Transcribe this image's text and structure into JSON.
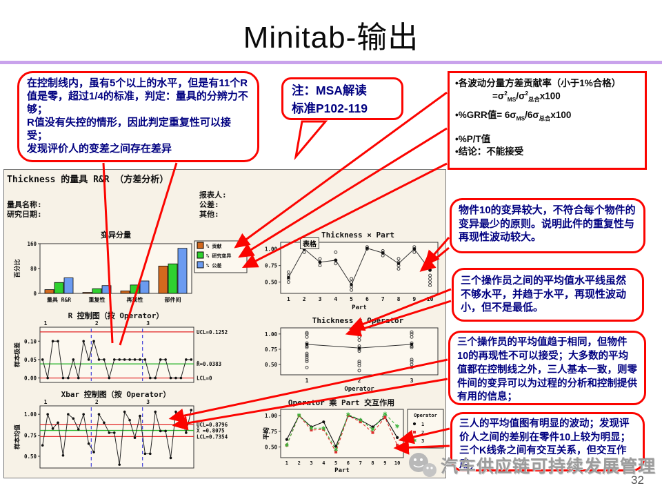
{
  "slide": {
    "title": "Minitab-输出",
    "page_number": "32",
    "watermark": "汽车供应链可持续发展管理"
  },
  "callouts": {
    "top_left": "在控制线内，虽有5个以上的水平，但是有11个R值是零，超过1/4的标准，判定：量具的分辨力不够；\nR值没有失控的情形，因此判定重复性可以接受；\n发现评价人的变差之间存在差异",
    "note": "注：MSA解读\n标准P102-119",
    "formulas": {
      "line1": [
        {
          "t": "•各波动分量方差贡献率（小于1%合格）"
        }
      ],
      "line2": [
        {
          "t": "=σ"
        },
        {
          "t": "2",
          "s": "sup"
        },
        {
          "t": "MS",
          "s": "sub"
        },
        {
          "t": "/σ"
        },
        {
          "t": "2",
          "s": "sup"
        },
        {
          "t": "总合",
          "s": "sub"
        },
        {
          "t": "x100"
        }
      ],
      "line3": [
        {
          "t": "•%GRR值= 6σ"
        },
        {
          "t": "MS",
          "s": "sub"
        },
        {
          "t": "/6σ"
        },
        {
          "t": "总合",
          "s": "sub"
        },
        {
          "t": "x100"
        }
      ],
      "line4": [
        {
          "t": "•%P/T值"
        }
      ],
      "line5": [
        {
          "t": "•结论：不能接受"
        }
      ]
    },
    "right1": "物件10的变异较大，不符合每个物件的变异最少的原则。说明此件的重复性与再现性波动较大。",
    "right2": "三个操作员之间的平均值水平线虽然不够水平，并趋于水平，再现性波动小，但不是最低。",
    "right3": "三个操作员的平均值趋于相同，但物件10的再现性不可以接受；大多数的平均值都在控制线之外，三人基本一致，则零件间的变异可以为过程的分析和控制提供有用的信息；",
    "right4": "三人的平均值图有明显的波动；发现评价人之间的差别在零件10上较为明显；三个K线条之间有交互关系，但交互作用；"
  },
  "minitab": {
    "header": "Thickness 的量具 R&R （方差分析）",
    "gage_label": "量具名称:",
    "date_label": "研究日期:",
    "reporter_label": "报表人:",
    "tol_label": "公差:",
    "other_label": "其他:",
    "tooltip": "表格"
  },
  "chart_data": [
    {
      "id": "compvar",
      "type": "bar",
      "title": "变异分量",
      "ylabel": "百分比",
      "categories": [
        "量具 R&R",
        "重复性",
        "再现性",
        "部件间"
      ],
      "series": [
        {
          "name": "% 贡献",
          "color": "#d2691e",
          "values": [
            12,
            3,
            8,
            88
          ]
        },
        {
          "name": "% 研究变异",
          "color": "#2fd12f",
          "values": [
            35,
            15,
            27,
            95
          ]
        },
        {
          "name": "% 公差",
          "color": "#6b9bf0",
          "values": [
            50,
            25,
            40,
            145
          ]
        }
      ],
      "ylim": [
        0,
        160
      ],
      "yticks": [
        "0",
        "80",
        "160"
      ],
      "legend_position": "right"
    },
    {
      "id": "rchart",
      "type": "control",
      "title": "R 控制图（按 Operator）",
      "ylabel": "样本极差",
      "ylim": [
        -0.012,
        0.138
      ],
      "yticks": [
        "0.00",
        "0.05",
        "0.10"
      ],
      "points": [
        0.05,
        0,
        0.1,
        0.1,
        0,
        0,
        0.05,
        0,
        0.1,
        0.05,
        0.1,
        0.05,
        0.05,
        0,
        0.05,
        0.05,
        0.05,
        0.05,
        0.05,
        0.05,
        0.05,
        0,
        0,
        0.05,
        0.05,
        0,
        0,
        0,
        0.05,
        0.05
      ],
      "limits": {
        "ucl": 0.1252,
        "center": 0.0383,
        "lcl": 0
      },
      "limit_labels": [
        "UCL=0.1252",
        "R̄=0.0383",
        "LCL=0"
      ],
      "operator_labels": [
        "1",
        "2",
        "3"
      ]
    },
    {
      "id": "xbarchart",
      "type": "control",
      "title": "Xbar 控制图（按 Operator）",
      "ylabel": "样本均值",
      "ylim": [
        0.36,
        1.1
      ],
      "yticks": [
        "0.50",
        "0.75",
        "1.00"
      ],
      "points": [
        0.63,
        1,
        0.83,
        0.9,
        0.51,
        1,
        0.95,
        0.82,
        1,
        0.65,
        0.55,
        1,
        0.9,
        0.78,
        0.78,
        0.4,
        1.03,
        0.93,
        0.72,
        0.98,
        0.53,
        0.53,
        1.03,
        0.8,
        0.8,
        0.48,
        1.03,
        0.95,
        0.78,
        1.05
      ],
      "limits": {
        "ucl": 0.8796,
        "center": 0.8075,
        "lcl": 0.7354
      },
      "limit_labels": [
        "UCL=0.8796",
        "X̄ =0.8075",
        "LCL=0.7354"
      ],
      "operator_labels": [
        "1",
        "2",
        "3"
      ]
    },
    {
      "id": "bypart",
      "type": "scatter_means",
      "title": "Thickness × Part",
      "xlabel": "Part",
      "x": [
        1,
        2,
        3,
        4,
        5,
        6,
        7,
        8,
        9,
        10
      ],
      "means": [
        0.57,
        1.0,
        0.8,
        0.83,
        0.46,
        1.01,
        0.94,
        0.78,
        1.0,
        0.68
      ],
      "scatter": [
        [
          0.5,
          0.55,
          0.6,
          0.65
        ],
        [
          0.95,
          1.0,
          1.03
        ],
        [
          0.75,
          0.8,
          0.85
        ],
        [
          0.78,
          0.83,
          0.95
        ],
        [
          0.38,
          0.43,
          0.5,
          0.55
        ],
        [
          1.0,
          1.03
        ],
        [
          0.9,
          0.94,
          0.97
        ],
        [
          0.7,
          0.75,
          0.8,
          0.85
        ],
        [
          0.95,
          1.0,
          1.03
        ],
        [
          0.45,
          0.5,
          0.55,
          0.6,
          0.68,
          0.75,
          0.8,
          0.85
        ]
      ],
      "ylim": [
        0.33,
        1.1
      ],
      "yticks": [
        "0.50",
        "0.75",
        "1.00"
      ]
    },
    {
      "id": "byop",
      "type": "scatter_means",
      "title": "Thickness × Operator",
      "xlabel": "Operator",
      "x": [
        1,
        2,
        3
      ],
      "means": [
        0.83,
        0.77,
        0.83
      ],
      "scatter": [
        [
          0.45,
          0.55,
          0.58,
          0.62,
          0.65,
          0.68,
          0.78,
          0.8,
          0.85,
          0.95,
          1.0,
          1.02
        ],
        [
          0.4,
          0.48,
          0.52,
          0.55,
          0.72,
          0.75,
          0.8,
          0.9,
          0.95,
          1.0,
          1.03,
          1.05
        ],
        [
          0.45,
          0.5,
          0.55,
          0.58,
          0.78,
          0.8,
          0.85,
          0.95,
          1.0,
          1.03
        ]
      ],
      "ylim": [
        0.33,
        1.1
      ],
      "yticks": [
        "0.50",
        "0.75",
        "1.00"
      ]
    },
    {
      "id": "interaction",
      "type": "interaction",
      "title": "Operator 乘 Part 交互作用",
      "xlabel": "Part",
      "ylabel": "平均",
      "legend_title": "Operator",
      "x": [
        1,
        2,
        3,
        4,
        5,
        6,
        7,
        8,
        9,
        10
      ],
      "series": [
        {
          "name": "1",
          "color": "#111111",
          "marker": "circle",
          "dash": "solid",
          "values": [
            0.62,
            1.0,
            0.82,
            0.9,
            0.51,
            1.0,
            0.93,
            0.82,
            0.98,
            0.65
          ]
        },
        {
          "name": "2",
          "color": "#e03030",
          "marker": "square",
          "dash": "dashed",
          "values": [
            0.53,
            1.0,
            0.77,
            0.78,
            0.42,
            1.0,
            0.9,
            0.73,
            0.97,
            0.53
          ]
        },
        {
          "name": "3",
          "color": "#3db53d",
          "marker": "star",
          "dash": "dashed",
          "values": [
            0.53,
            1.01,
            0.8,
            0.8,
            0.46,
            1.02,
            0.93,
            0.78,
            1.03,
            0.83
          ]
        }
      ],
      "ylim": [
        0.33,
        1.1
      ],
      "yticks": [
        "0.50",
        "0.75",
        "1.00"
      ]
    }
  ]
}
